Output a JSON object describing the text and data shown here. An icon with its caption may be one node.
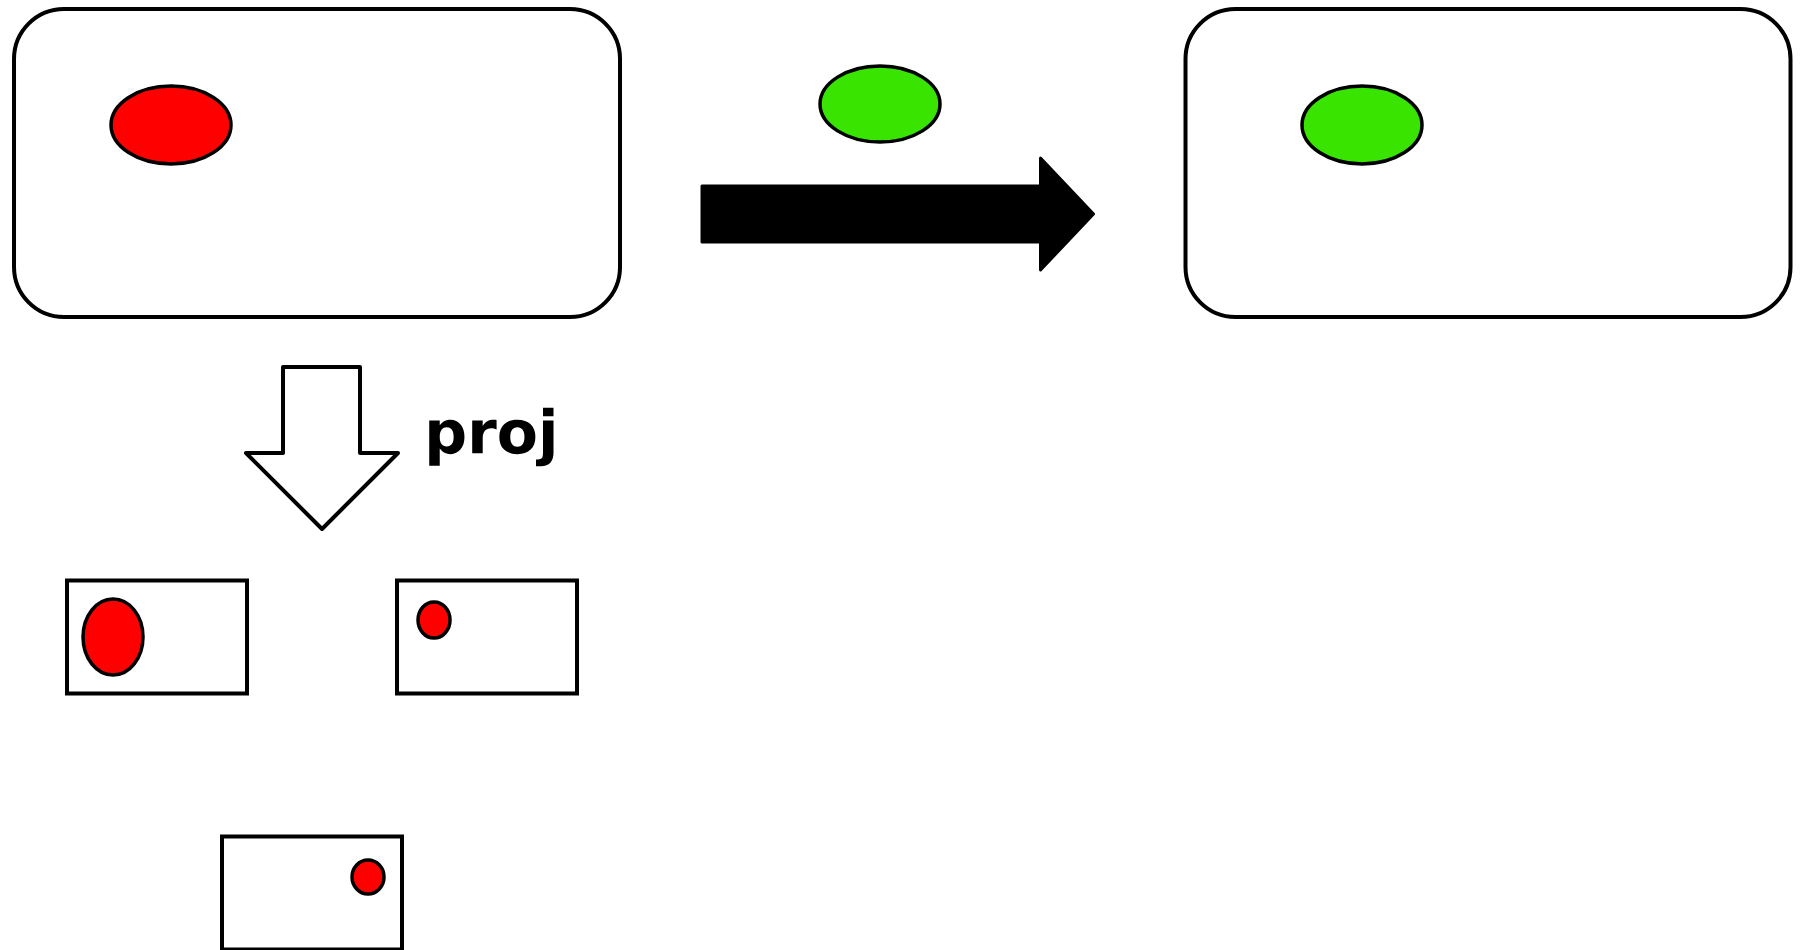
{
  "diagram": {
    "nodes": [
      {
        "text": [],
        "shape": "box"
      },
      {
        "text": [],
        "shape": "ellipse",
        "in": 0
      },
      {
        "text": [],
        "shape": "ellipse"
      },
      {
        "text": [],
        "shape": "box"
      },
      {
        "text": [],
        "shape": "ellipse",
        "in": 3
      },
      {
        "text": [],
        "shape": "box"
      },
      {
        "text": [],
        "shape": "ellipse",
        "in": 5
      },
      {
        "text": [],
        "shape": "box"
      },
      {
        "text": [],
        "shape": "ellipse",
        "in": 7
      },
      {
        "text": [],
        "shape": "box"
      },
      {
        "text": [],
        "shape": "ellipse",
        "in": 9
      }
    ],
    "edges": [
      {
        "from": 0,
        "to": 3,
        "arrow": "to",
        "style": "thick"
      },
      {
        "from": 0,
        "to": null,
        "arrow": "to",
        "label": "proj"
      }
    ]
  }
}
